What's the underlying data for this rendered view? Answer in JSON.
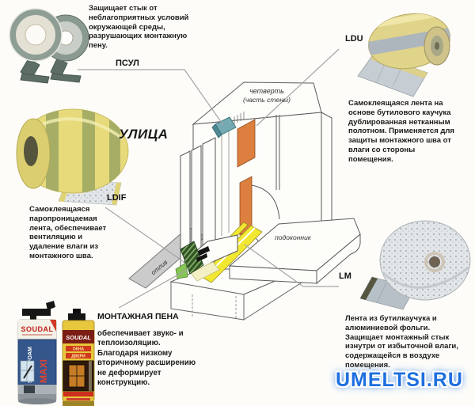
{
  "page": {
    "watermark": "UMELTSI.RU"
  },
  "street_label": "УЛИЦА",
  "callouts": {
    "psul": {
      "label": "ПСУЛ",
      "desc": "Защищает стык от неблагоприятных условий окружающей среды, разрушающих монтажную пену."
    },
    "ldu": {
      "label": "LDU",
      "desc": "Самоклеящаяся лента на основе бутилового каучука дублированная нетканным полотном. Применяется для защиты монтажного шва от влаги со стороны помещения."
    },
    "ldif": {
      "label": "LDIF",
      "desc": "Самоклеящаяся паропроницаемая лента, обеспечивает вентиляцию и удаление влаги из монтажного шва."
    },
    "foam": {
      "label": "МОНТАЖНАЯ ПЕНА",
      "desc": "обеспечивает звуко- и теплоизоляцию. Благодаря низкому вторичному расширению не деформирует конструкцию."
    },
    "lm": {
      "label": "LM",
      "desc": "Лента из бутилкаучука и алюминиевой фольги. Защищает монтажный стык изнутри от избыточной влаги, содержащейся в воздухе помещения."
    }
  },
  "diagram": {
    "quarter_label_line1": "четверть",
    "quarter_label_line2": "(часть стены)",
    "windowsill_label": "подоконник",
    "drip_label": "отлив",
    "colors": {
      "psul_tape": "#74aab2",
      "ldu_tape": "#dd7f3e",
      "foam": "#f2e831",
      "ldif_tape": "#2f5526",
      "drip": "#cbcbcb"
    }
  },
  "products": {
    "cans": {
      "can1": {
        "brand": "SOUDAL",
        "name": "SOUDAFOAM",
        "variant": "MAXI"
      },
      "can2": {
        "brand": "SOUDAL",
        "line1": "ОКНА",
        "line2": "ДВЕРИ"
      }
    }
  }
}
